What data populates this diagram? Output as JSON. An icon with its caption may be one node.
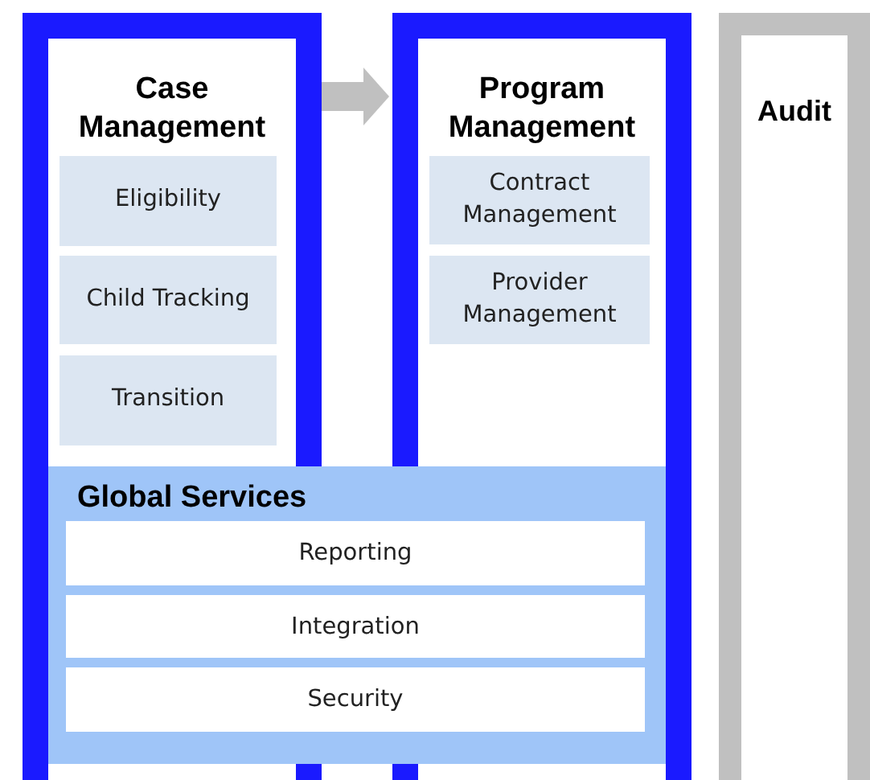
{
  "diagram": {
    "nodes": [
      {
        "text": [
          "Case Management"
        ]
      },
      {
        "text": [
          "Eligibility"
        ],
        "in": 0
      },
      {
        "text": [
          "Child Tracking"
        ],
        "in": 0
      },
      {
        "text": [
          "Transition"
        ],
        "in": 0
      },
      {
        "text": [
          "Program Management"
        ]
      },
      {
        "text": [
          "Contract Management"
        ],
        "in": 4
      },
      {
        "text": [
          "Provider Management"
        ],
        "in": 4
      },
      {
        "text": [
          "Audit"
        ]
      },
      {
        "text": [
          "Global Services"
        ]
      },
      {
        "text": [
          "Reporting"
        ],
        "in": 8
      },
      {
        "text": [
          "Integration"
        ],
        "in": 8
      },
      {
        "text": [
          "Security"
        ],
        "in": 8
      }
    ],
    "edges": [
      {
        "from": 0,
        "to": 4,
        "arrow": "to"
      }
    ]
  }
}
